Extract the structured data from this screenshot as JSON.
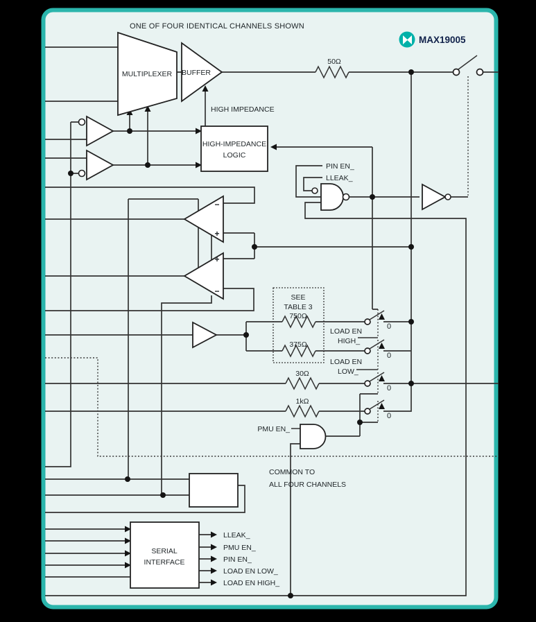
{
  "header": {
    "channel_note": "ONE OF FOUR IDENTICAL CHANNELS SHOWN",
    "part_number": "MAX19005"
  },
  "blocks": {
    "multiplexer": "MULTIPLEXER",
    "buffer": "BUFFER",
    "high_impedance_note": "HIGH IMPEDANCE",
    "hiz_logic_line1": "HIGH-IMPEDANCE",
    "hiz_logic_line2": "LOGIC",
    "serial_line1": "SERIAL",
    "serial_line2": "INTERFACE"
  },
  "signals": {
    "pin_en": "PIN EN_",
    "lleak": "LLEAK_",
    "pmu_en": "PMU EN_",
    "load_en": "LOAD EN",
    "load_high": "HIGH_",
    "load_low": "LOW_",
    "common_line1": "COMMON TO",
    "common_line2": "ALL FOUR CHANNELS",
    "switch_state": "0"
  },
  "resistors": {
    "r50": "50Ω",
    "r750": "750Ω",
    "r375": "375Ω",
    "r30": "30Ω",
    "r1k": "1kΩ",
    "see_line1": "SEE",
    "see_line2": "TABLE 3"
  },
  "comparator": {
    "plus": "+",
    "minus": "−"
  },
  "serial_outputs": [
    "LLEAK_",
    "PMU EN_",
    "PIN EN_",
    "LOAD EN LOW_",
    "LOAD EN HIGH_"
  ],
  "colors": {
    "brand": "#00B1A9",
    "panel_fill": "#E9F3F2",
    "panel_border": "#2BB5AC",
    "wire": "#333333",
    "background": "#000000"
  }
}
